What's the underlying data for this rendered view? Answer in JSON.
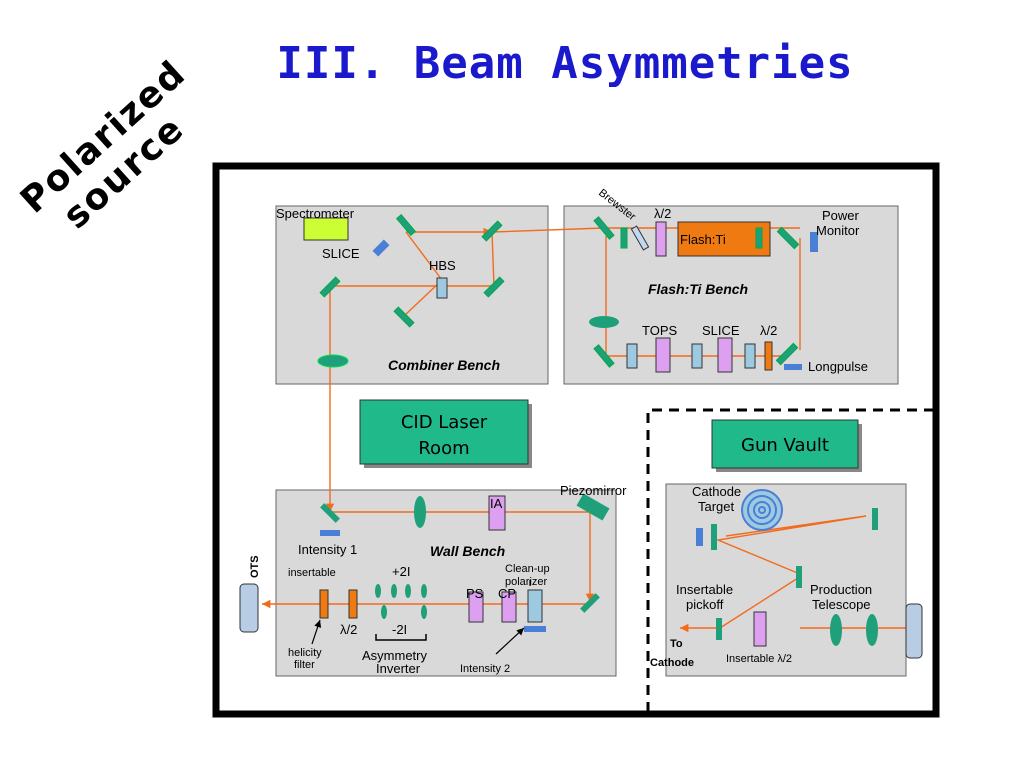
{
  "title": "III.  Beam Asymmetries",
  "stamp": {
    "line1": "Polarized",
    "line2": "source"
  },
  "colors": {
    "title": "#1a1acc",
    "bench": "#d9d9d9",
    "beam": "#f26b1d",
    "mirror": "#1fa07a",
    "room": "#1fb98a",
    "flash": "#f07a12",
    "spectrometer": "#ccff33"
  },
  "combiner": {
    "title": "Combiner Bench",
    "spectrometer": "Spectrometer",
    "slice": "SLICE",
    "hbs": "HBS"
  },
  "flash": {
    "title": "Flash:Ti Bench",
    "brewster": "Brewster",
    "lambda_half": "λ/2",
    "flash_label": "Flash:Ti",
    "power": "Power",
    "monitor": "Monitor",
    "tops": "TOPS",
    "slice": "SLICE",
    "lambda_half_2": "λ/2",
    "longpulse": "Longpulse"
  },
  "rooms": {
    "cid_1": "CID Laser",
    "cid_2": "Room",
    "gun": "Gun Vault"
  },
  "wall": {
    "title": "Wall Bench",
    "piezo": "Piezomirror",
    "ia": "IA",
    "intensity1": "Intensity 1",
    "ots": "OTS",
    "insertable": "insertable",
    "plus2i": "+2I",
    "minus2i": "-2I",
    "lambda": "λ/2",
    "cleanup_1": "Clean-up",
    "cleanup_2": "polarizer",
    "ps": "PS",
    "cp": "CP",
    "helicity_1": "helicity",
    "helicity_2": "filter",
    "asym_1": "Asymmetry",
    "asym_2": "Inverter",
    "intensity2": "Intensity 2"
  },
  "gun": {
    "cathode_1": "Cathode",
    "cathode_2": "Target",
    "pickoff_1": "Insertable",
    "pickoff_2": "pickoff",
    "prod_1": "Production",
    "prod_2": "Telescope",
    "to": "To",
    "cathode_dest": "Cathode",
    "insertable_half": "Insertable λ/2"
  }
}
